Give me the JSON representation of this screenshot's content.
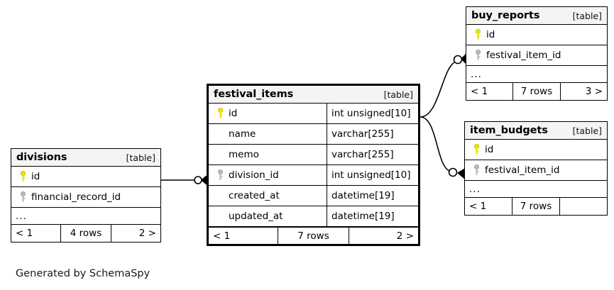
{
  "caption": "Generated by SchemaSpy",
  "labels": {
    "table_kind": "[table]",
    "ellipsis": "...",
    "pk_icon": "key-icon-primary",
    "fk_icon": "key-icon-foreign"
  },
  "colors": {
    "primary_key": "#e6e600",
    "foreign_key": "#b3b3b3",
    "header_background": "#f4f4f4",
    "border": "#000000",
    "page_background": "#ffffff"
  },
  "tables": {
    "divisions": {
      "name": "divisions",
      "kind": "[table]",
      "emphasized": false,
      "columns": [
        {
          "name": "id",
          "type": "",
          "key": "primary"
        },
        {
          "name": "financial_record_id",
          "type": "",
          "key": "foreign"
        }
      ],
      "has_ellipsis": true,
      "footer": {
        "prev": "< 1",
        "rows": "4 rows",
        "next": "2 >"
      }
    },
    "festival_items": {
      "name": "festival_items",
      "kind": "[table]",
      "emphasized": true,
      "columns": [
        {
          "name": "id",
          "type": "int unsigned[10]",
          "key": "primary"
        },
        {
          "name": "name",
          "type": "varchar[255]",
          "key": "none"
        },
        {
          "name": "memo",
          "type": "varchar[255]",
          "key": "none"
        },
        {
          "name": "division_id",
          "type": "int unsigned[10]",
          "key": "foreign"
        },
        {
          "name": "created_at",
          "type": "datetime[19]",
          "key": "none"
        },
        {
          "name": "updated_at",
          "type": "datetime[19]",
          "key": "none"
        }
      ],
      "has_ellipsis": false,
      "footer": {
        "prev": "< 1",
        "rows": "7 rows",
        "next": "2 >"
      }
    },
    "buy_reports": {
      "name": "buy_reports",
      "kind": "[table]",
      "emphasized": false,
      "columns": [
        {
          "name": "id",
          "type": "",
          "key": "primary"
        },
        {
          "name": "festival_item_id",
          "type": "",
          "key": "foreign"
        }
      ],
      "has_ellipsis": true,
      "footer": {
        "prev": "< 1",
        "rows": "7 rows",
        "next": "3 >"
      }
    },
    "item_budgets": {
      "name": "item_budgets",
      "kind": "[table]",
      "emphasized": false,
      "columns": [
        {
          "name": "id",
          "type": "",
          "key": "primary"
        },
        {
          "name": "festival_item_id",
          "type": "",
          "key": "foreign"
        }
      ],
      "has_ellipsis": true,
      "footer": {
        "prev": "< 1",
        "rows": "7 rows",
        "next": ""
      }
    }
  },
  "relationships": [
    {
      "from": "divisions.id",
      "to": "festival_items.division_id",
      "cardinality": "zero-or-many"
    },
    {
      "from": "festival_items.id",
      "to": "buy_reports.festival_item_id",
      "cardinality": "zero-or-many"
    },
    {
      "from": "festival_items.id",
      "to": "item_budgets.festival_item_id",
      "cardinality": "zero-or-many"
    }
  ]
}
